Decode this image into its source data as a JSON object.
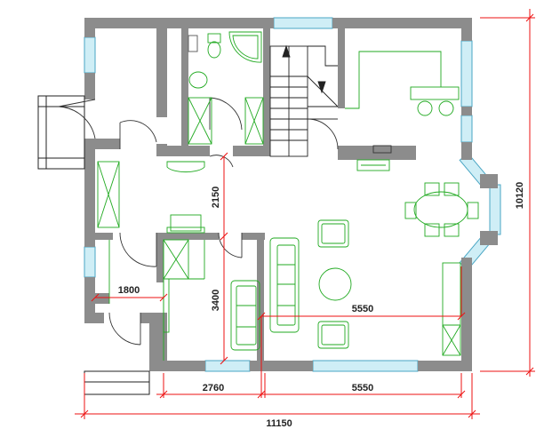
{
  "colors": {
    "wall": "#8c8c8c",
    "furniture": "#22aa22",
    "dimension": "#ee1111",
    "window": "#7fd3e6",
    "linework": "#222222"
  },
  "dimensions": {
    "d2150": "2150",
    "d1800": "1800",
    "d3400": "3400",
    "d5550_inner": "5550",
    "d2760": "2760",
    "d5550_outer": "5550",
    "d11150": "11150",
    "d10120": "10120"
  }
}
